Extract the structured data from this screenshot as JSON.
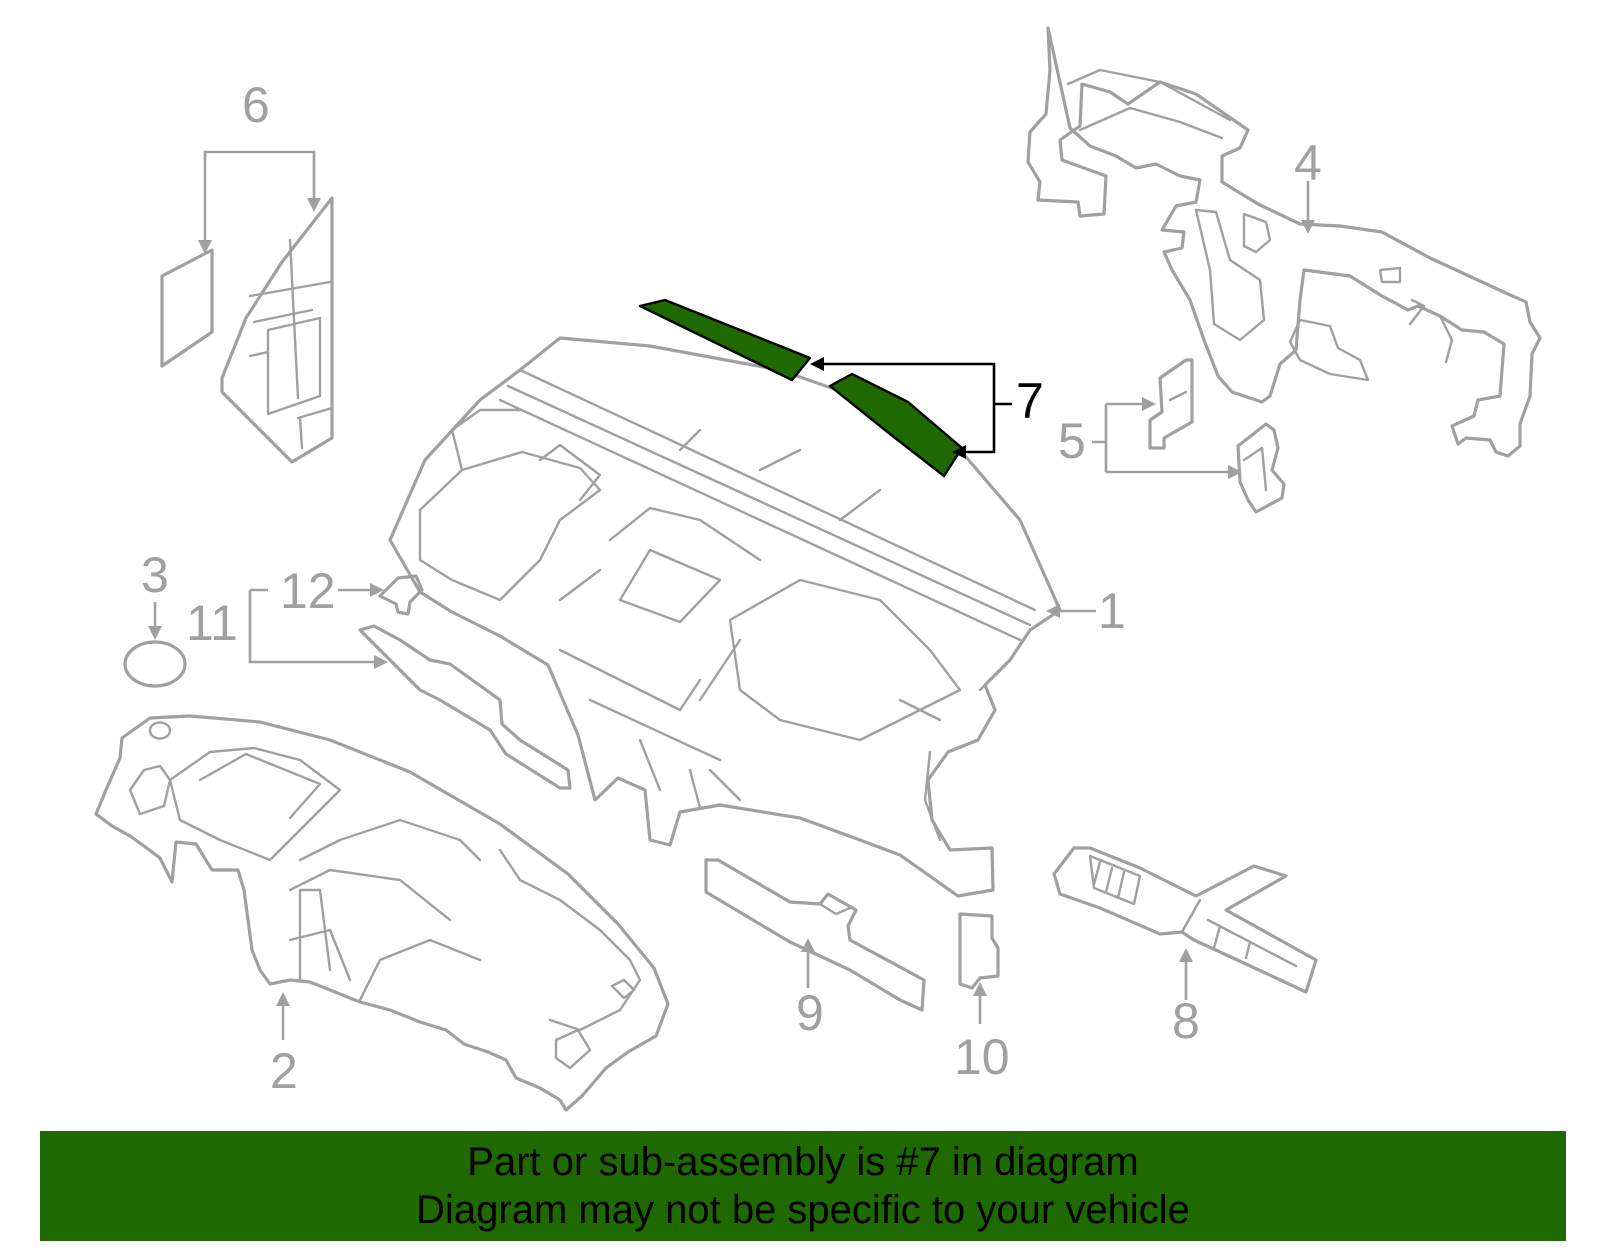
{
  "colors": {
    "highlight": "#1f6a00",
    "banner": "#1f6a00",
    "part_outline": "#a0a0a0",
    "selected_outline": "#000000"
  },
  "callouts": [
    {
      "id": "1",
      "label": "1"
    },
    {
      "id": "2",
      "label": "2"
    },
    {
      "id": "3",
      "label": "3"
    },
    {
      "id": "4",
      "label": "4"
    },
    {
      "id": "5",
      "label": "5"
    },
    {
      "id": "6",
      "label": "6"
    },
    {
      "id": "7",
      "label": "7"
    },
    {
      "id": "8",
      "label": "8"
    },
    {
      "id": "9",
      "label": "9"
    },
    {
      "id": "10",
      "label": "10"
    },
    {
      "id": "11",
      "label": "11"
    },
    {
      "id": "12",
      "label": "12"
    }
  ],
  "highlighted_part": "7",
  "banner": {
    "line1": "Part or sub-assembly is #7 in diagram",
    "line2": "Diagram may not be specific to your vehicle"
  }
}
